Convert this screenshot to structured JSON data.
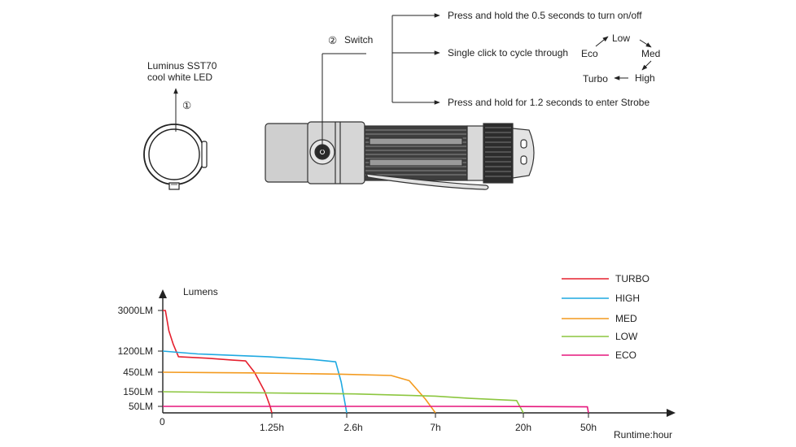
{
  "diagram": {
    "led_label_line1": "Luminus SST70",
    "led_label_line2": "cool white LED",
    "marker_1": "①",
    "marker_2": "②",
    "switch_label": "Switch",
    "instructions": [
      "Press and hold the 0.5 seconds to turn on/off",
      "Single click to cycle through",
      "Press and hold for 1.2 seconds to enter Strobe"
    ],
    "modes_cycle": {
      "eco": "Eco",
      "low": "Low",
      "med": "Med",
      "high": "High",
      "turbo": "Turbo"
    }
  },
  "chart_data": {
    "type": "line",
    "ylabel": "Lumens",
    "xlabel": "Runtime:hour",
    "origin_label": "0",
    "y_ticks": [
      "3000LM",
      "1200LM",
      "450LM",
      "150LM",
      "50LM"
    ],
    "x_ticks": [
      "1.25h",
      "2.6h",
      "7h",
      "20h",
      "50h"
    ],
    "x_categories": [
      "0",
      "1.25h",
      "2.6h",
      "7h",
      "20h",
      "50h"
    ],
    "y_categories": [
      "0",
      "50LM",
      "150LM",
      "450LM",
      "1200LM",
      "3000LM"
    ],
    "series": [
      {
        "name": "TURBO",
        "color": "#e5202e",
        "points": [
          [
            0,
            3000
          ],
          [
            0.03,
            3000
          ],
          [
            0.07,
            2100
          ],
          [
            0.12,
            1500
          ],
          [
            0.18,
            1000
          ],
          [
            0.5,
            950
          ],
          [
            0.8,
            880
          ],
          [
            0.95,
            850
          ],
          [
            1.05,
            450
          ],
          [
            1.17,
            150
          ],
          [
            1.23,
            50
          ],
          [
            1.25,
            0
          ]
        ]
      },
      {
        "name": "HIGH",
        "color": "#1fa9e1",
        "points": [
          [
            0,
            1200
          ],
          [
            0.4,
            1100
          ],
          [
            1.2,
            1000
          ],
          [
            2.0,
            900
          ],
          [
            2.4,
            820
          ],
          [
            2.5,
            300
          ],
          [
            2.6,
            0
          ]
        ]
      },
      {
        "name": "MED",
        "color": "#f39a1e",
        "points": [
          [
            0,
            450
          ],
          [
            1.0,
            440
          ],
          [
            2.5,
            420
          ],
          [
            4.8,
            400
          ],
          [
            5.7,
            320
          ],
          [
            6.5,
            100
          ],
          [
            7,
            0
          ]
        ]
      },
      {
        "name": "LOW",
        "color": "#8cc63f",
        "points": [
          [
            0,
            150
          ],
          [
            3,
            135
          ],
          [
            7,
            120
          ],
          [
            12,
            105
          ],
          [
            19,
            90
          ],
          [
            20,
            0
          ]
        ]
      },
      {
        "name": "ECO",
        "color": "#e5177d",
        "points": [
          [
            0,
            50
          ],
          [
            10,
            50
          ],
          [
            30,
            48
          ],
          [
            49.5,
            46
          ],
          [
            50,
            0
          ]
        ]
      }
    ]
  }
}
